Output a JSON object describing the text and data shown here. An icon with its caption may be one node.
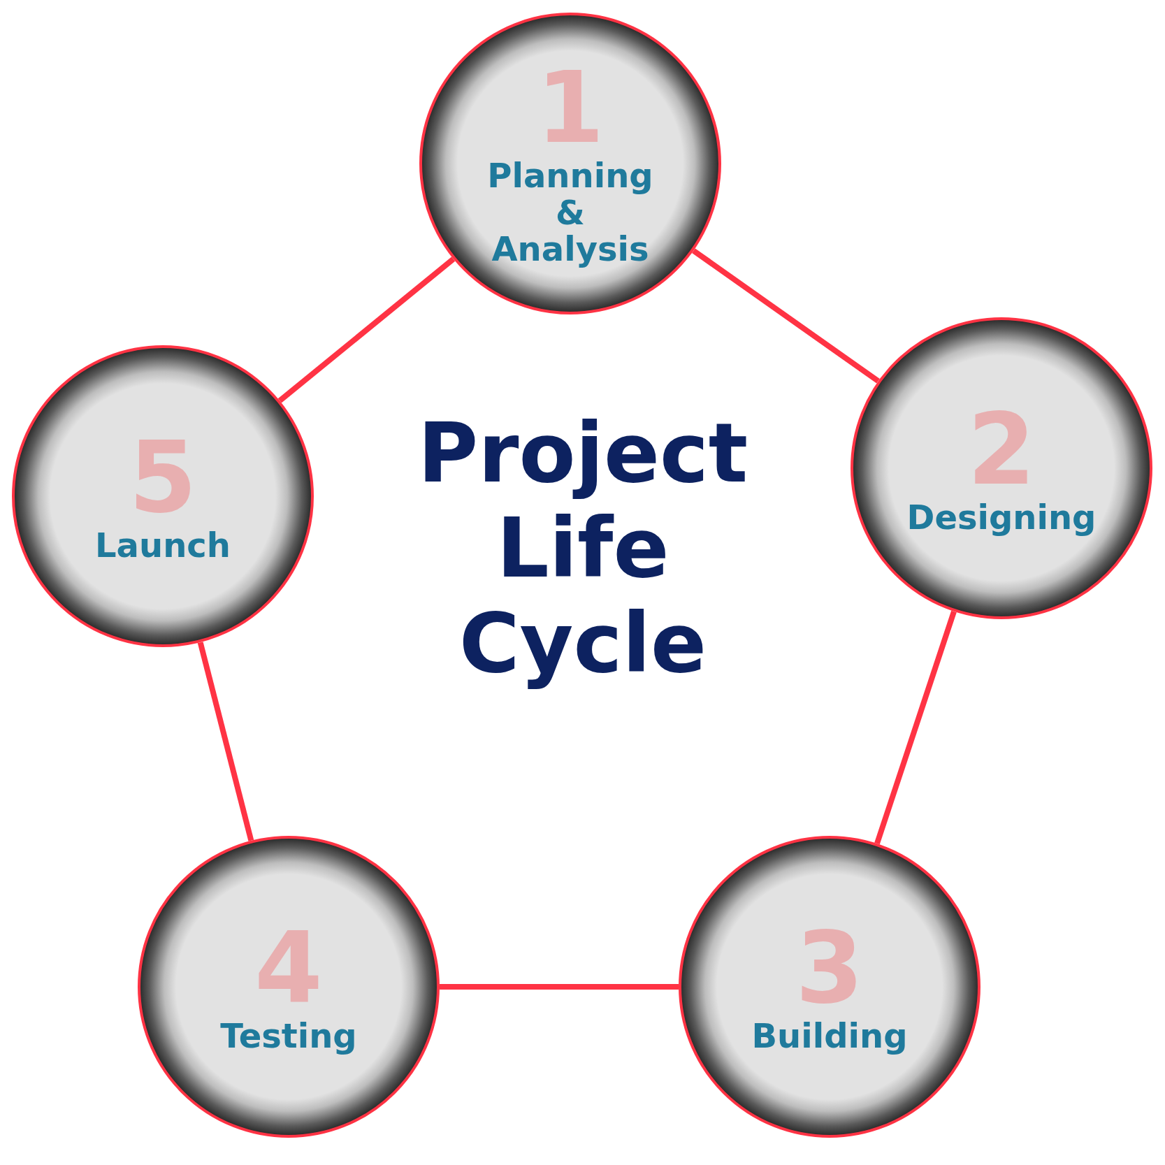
{
  "diagram": {
    "title": "Project Life Cycle",
    "nodes": [
      {
        "text": [
          "1",
          "Planning & Analysis"
        ]
      },
      {
        "text": [
          "2",
          "Designing"
        ]
      },
      {
        "text": [
          "3",
          "Building"
        ]
      },
      {
        "text": [
          "4",
          "Testing"
        ]
      },
      {
        "text": [
          "5",
          "Launch"
        ]
      }
    ],
    "edges": [
      {
        "from": 0,
        "to": 1,
        "arrow": "none"
      },
      {
        "from": 1,
        "to": 2,
        "arrow": "none"
      },
      {
        "from": 2,
        "to": 3,
        "arrow": "none"
      },
      {
        "from": 3,
        "to": 4,
        "arrow": "none"
      },
      {
        "from": 4,
        "to": 0,
        "arrow": "none"
      }
    ]
  }
}
